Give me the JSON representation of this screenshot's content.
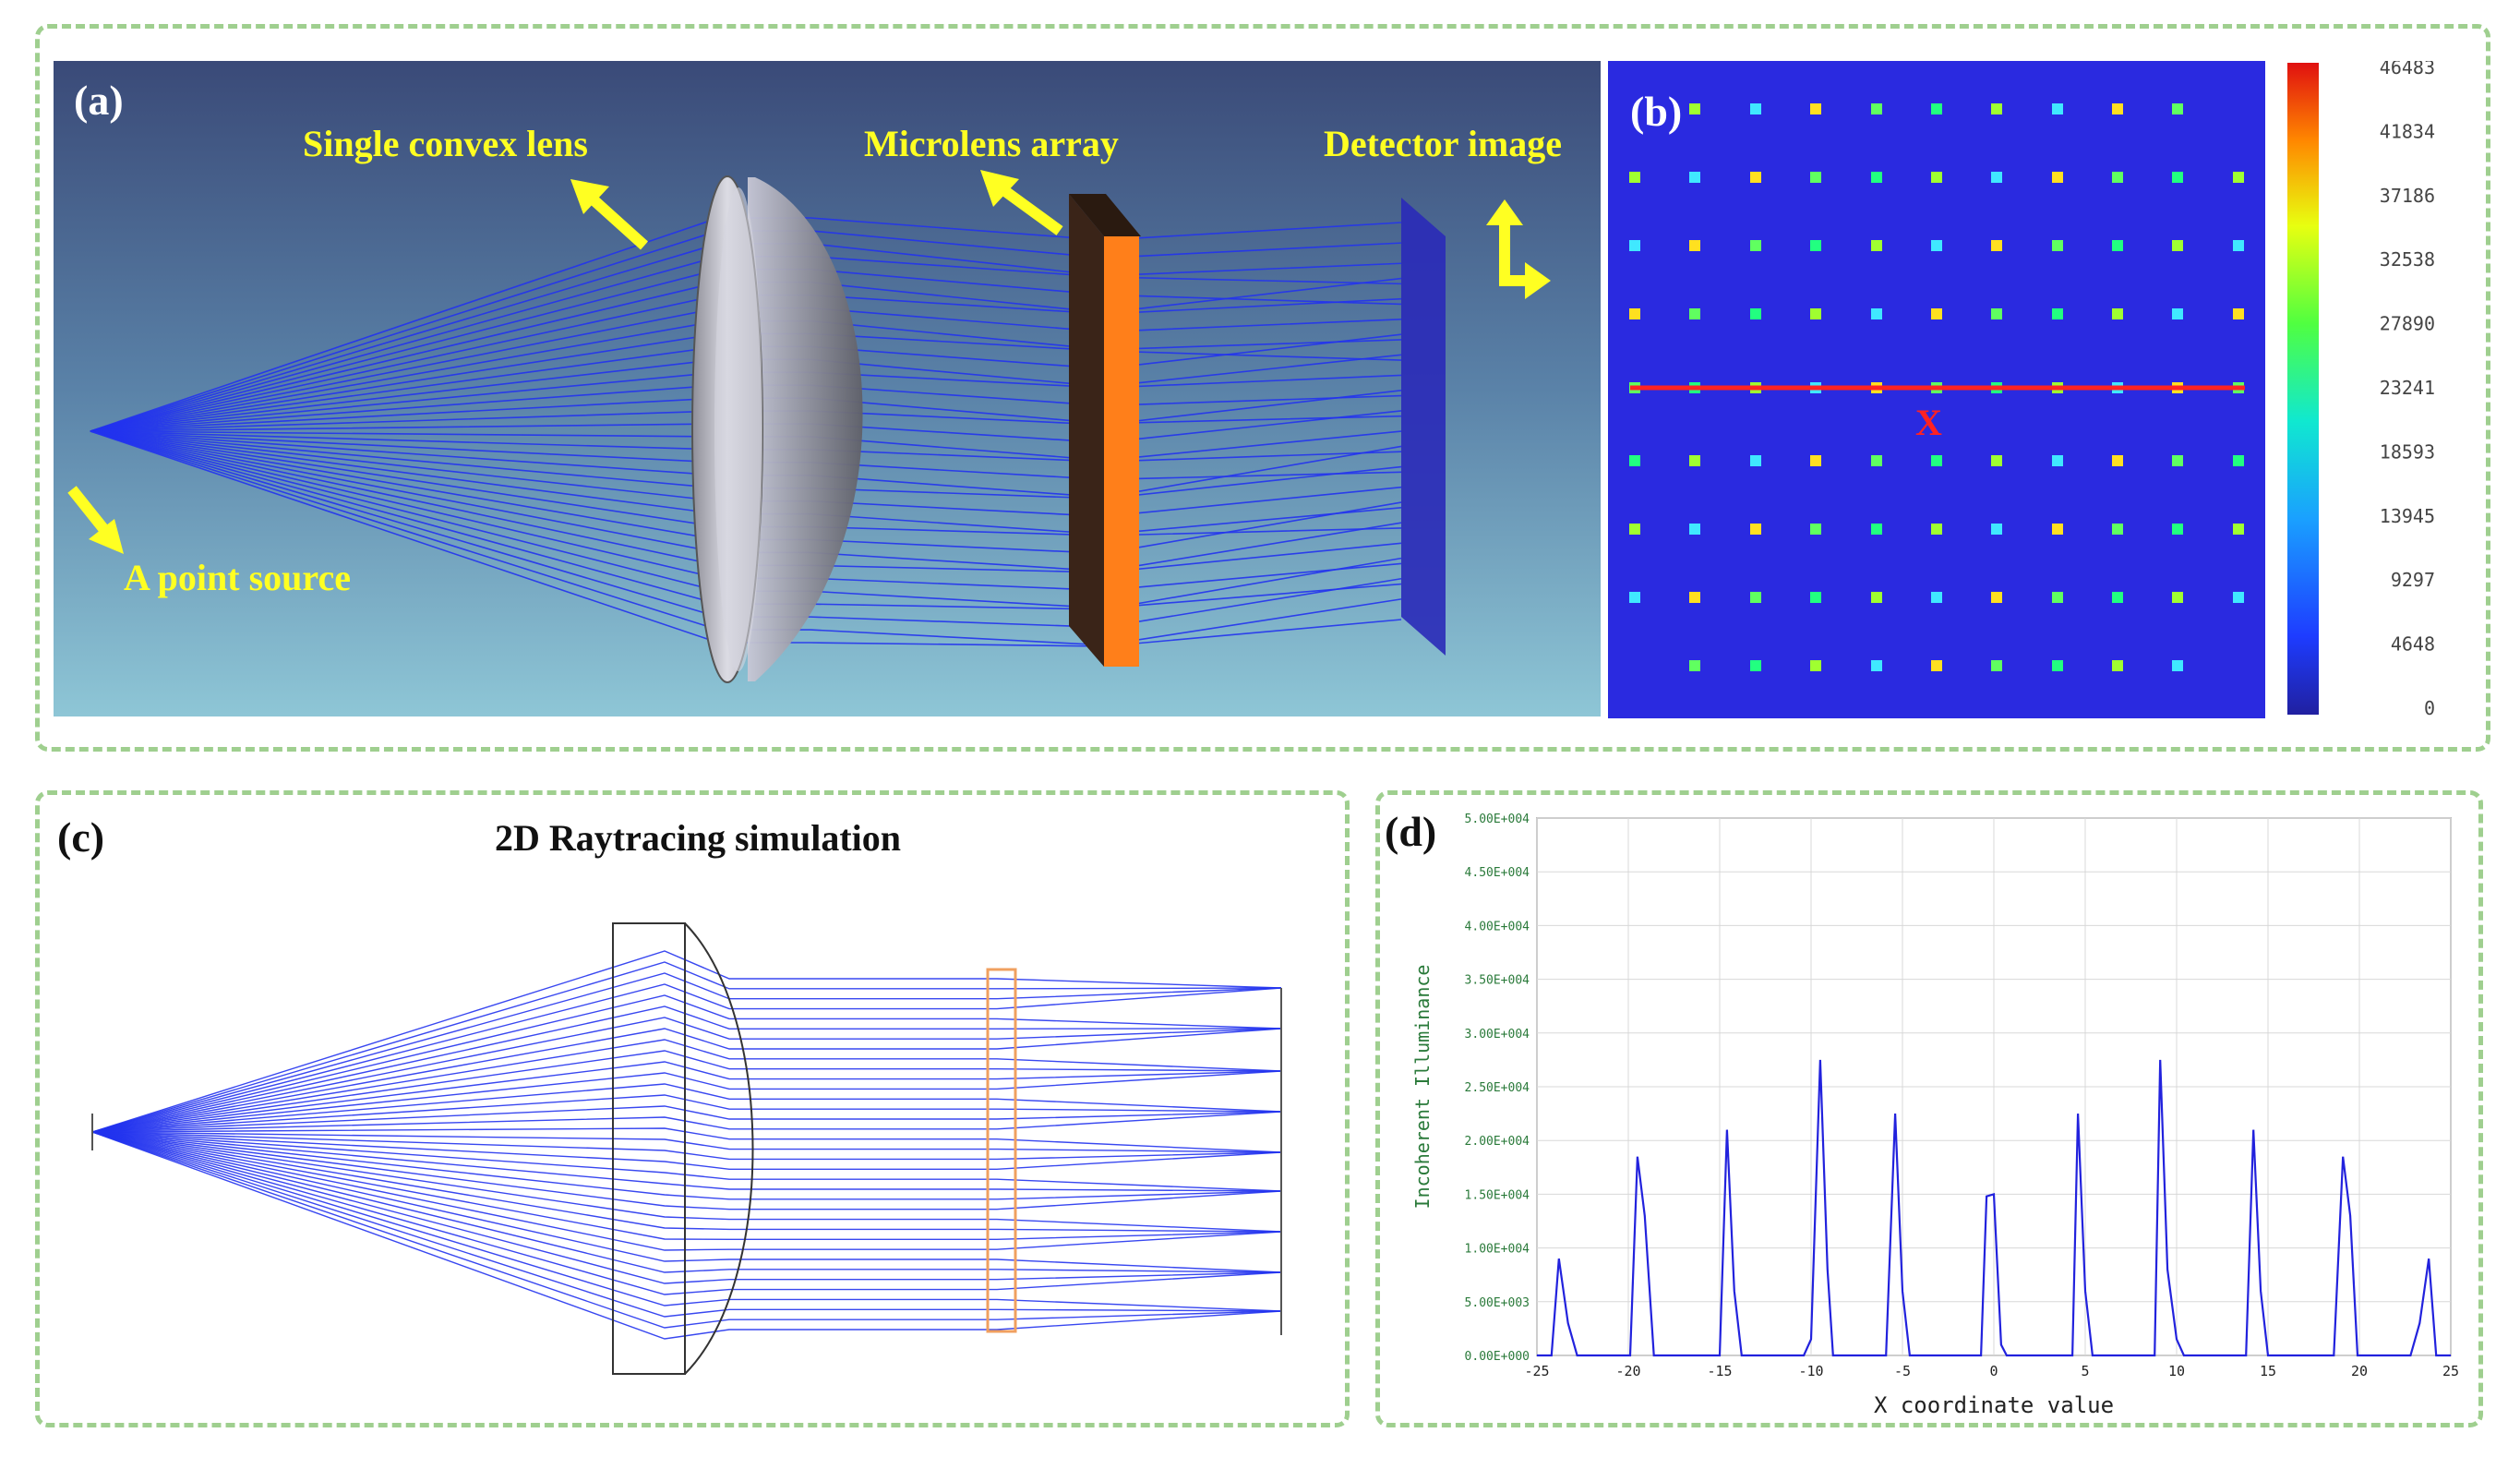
{
  "panel_a": {
    "label": "(a)",
    "labels": {
      "lens": "Single convex lens",
      "mla": "Microlens array",
      "detector": "Detector image",
      "source": "A point source"
    }
  },
  "panel_b": {
    "label": "(b)",
    "marker": "X",
    "colorbar_ticks": [
      "46483",
      "41834",
      "37186",
      "32538",
      "27890",
      "23241",
      "18593",
      "13945",
      "9297",
      "4648",
      "0"
    ]
  },
  "panel_c": {
    "label": "(c)",
    "title": "2D Raytracing simulation"
  },
  "panel_d": {
    "label": "(d)"
  },
  "chart_data": {
    "type": "line",
    "xlabel": "X coordinate value",
    "ylabel": "Incoherent Illuminance",
    "xlim": [
      -25,
      25
    ],
    "ylim": [
      0,
      50000
    ],
    "x_ticks": [
      "-25",
      "-20",
      "-15",
      "-10",
      "-5",
      "0",
      "5",
      "10",
      "15",
      "20",
      "25"
    ],
    "y_ticks": [
      "0.00E+000",
      "5.00E+003",
      "1.00E+004",
      "1.50E+004",
      "2.00E+004",
      "2.50E+004",
      "3.00E+004",
      "3.50E+004",
      "4.00E+004",
      "4.50E+004",
      "5.00E+004"
    ],
    "color": "#2222dd",
    "x": [
      -25,
      -24.2,
      -23.8,
      -23.3,
      -22.8,
      -19.9,
      -19.5,
      -19.1,
      -18.6,
      -18.2,
      -15.0,
      -14.6,
      -14.2,
      -13.8,
      -10.4,
      -10.0,
      -9.5,
      -9.1,
      -8.8,
      -5.9,
      -5.4,
      -5.0,
      -4.6,
      -4.2,
      -0.7,
      -0.4,
      0.0,
      0.4,
      0.7,
      4.3,
      4.6,
      5.0,
      5.4,
      5.9,
      8.8,
      9.1,
      9.5,
      10.0,
      10.4,
      13.8,
      14.2,
      14.6,
      15.0,
      18.2,
      18.6,
      19.1,
      19.5,
      19.9,
      22.8,
      23.3,
      23.8,
      24.2,
      25
    ],
    "y": [
      0,
      0,
      9000,
      3000,
      0,
      0,
      18500,
      13000,
      0,
      0,
      0,
      21000,
      6000,
      0,
      0,
      1500,
      27500,
      8000,
      0,
      0,
      22500,
      6000,
      0,
      0,
      0,
      14800,
      15000,
      1000,
      0,
      0,
      22500,
      6000,
      0,
      0,
      0,
      27500,
      8000,
      1500,
      0,
      0,
      21000,
      6000,
      0,
      0,
      0,
      18500,
      13000,
      0,
      0,
      3000,
      9000,
      0,
      0
    ]
  }
}
